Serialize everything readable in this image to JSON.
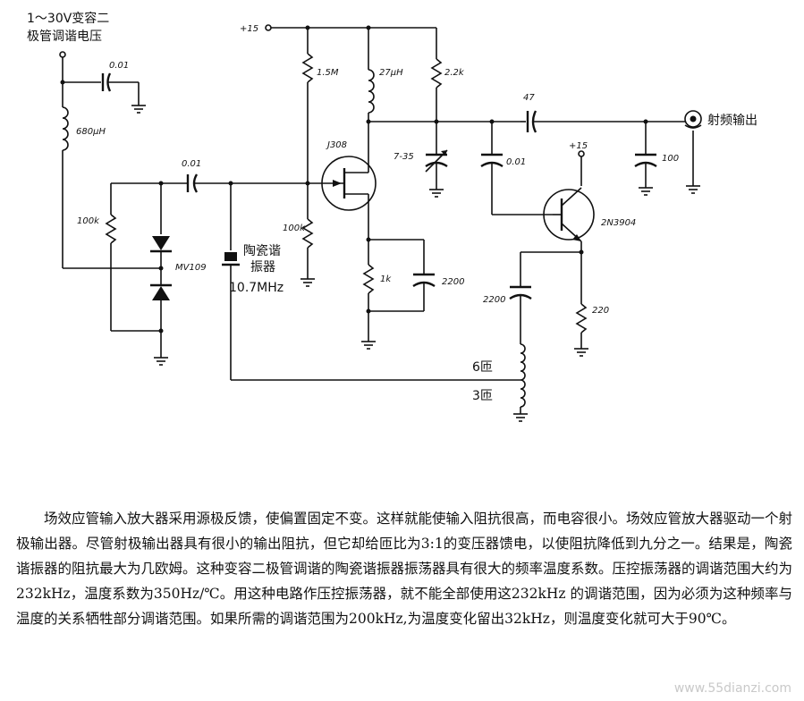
{
  "labels": {
    "tuning_voltage_line1": "1～30V变容二",
    "tuning_voltage_line2": "极管调谐电压",
    "vcc1": "+15",
    "vcc2": "+15",
    "rf_out": "射频输出",
    "c_bypass": "0.01",
    "l_choke": "680μH",
    "c_coupling": "0.01",
    "r_bias": "100k",
    "varactor": "MV109",
    "resonator_line1": "陶瓷谐",
    "resonator_line2": "振器",
    "resonator_freq": "10.7MHz",
    "r_gate": "100k",
    "r_drain": "1.5M",
    "fet": "J308",
    "l_drain": "27μH",
    "r_load": "2.2k",
    "c_trim": "7-35",
    "c_couple2": "0.01",
    "c_out": "47",
    "c_out_shunt": "100",
    "bjt": "2N3904",
    "r_source": "1k",
    "c_source": "2200",
    "c_feedback": "2200",
    "r_emitter": "220",
    "tap6": "6匝",
    "tap3": "3匝"
  },
  "description": "场效应管输入放大器采用源极反馈，使偏置固定不变。这样就能使输入阻抗很高，而电容很小。场效应管放大器驱动一个射极输出器。尽管射极输出器具有很小的输出阻抗，但它却给匝比为3:1的变压器馈电，以使阻抗降低到九分之一。结果是，陶瓷谐振器的阻抗最大为几欧姆。这种变容二极管调谐的陶瓷谐振器振荡器具有很大的频率温度系数。压控振荡器的调谐范围大约为232kHz，温度系数为350Hz/℃。用这种电路作压控振荡器，就不能全部使用这232kHz 的调谐范围，因为必须为这种频率与温度的关系牺牲部分调谐范围。如果所需的调谐范围为200kHz,为温度变化留出32kHz，则温度变化就可大于90℃。",
  "watermark": "www.55dianzi.com"
}
